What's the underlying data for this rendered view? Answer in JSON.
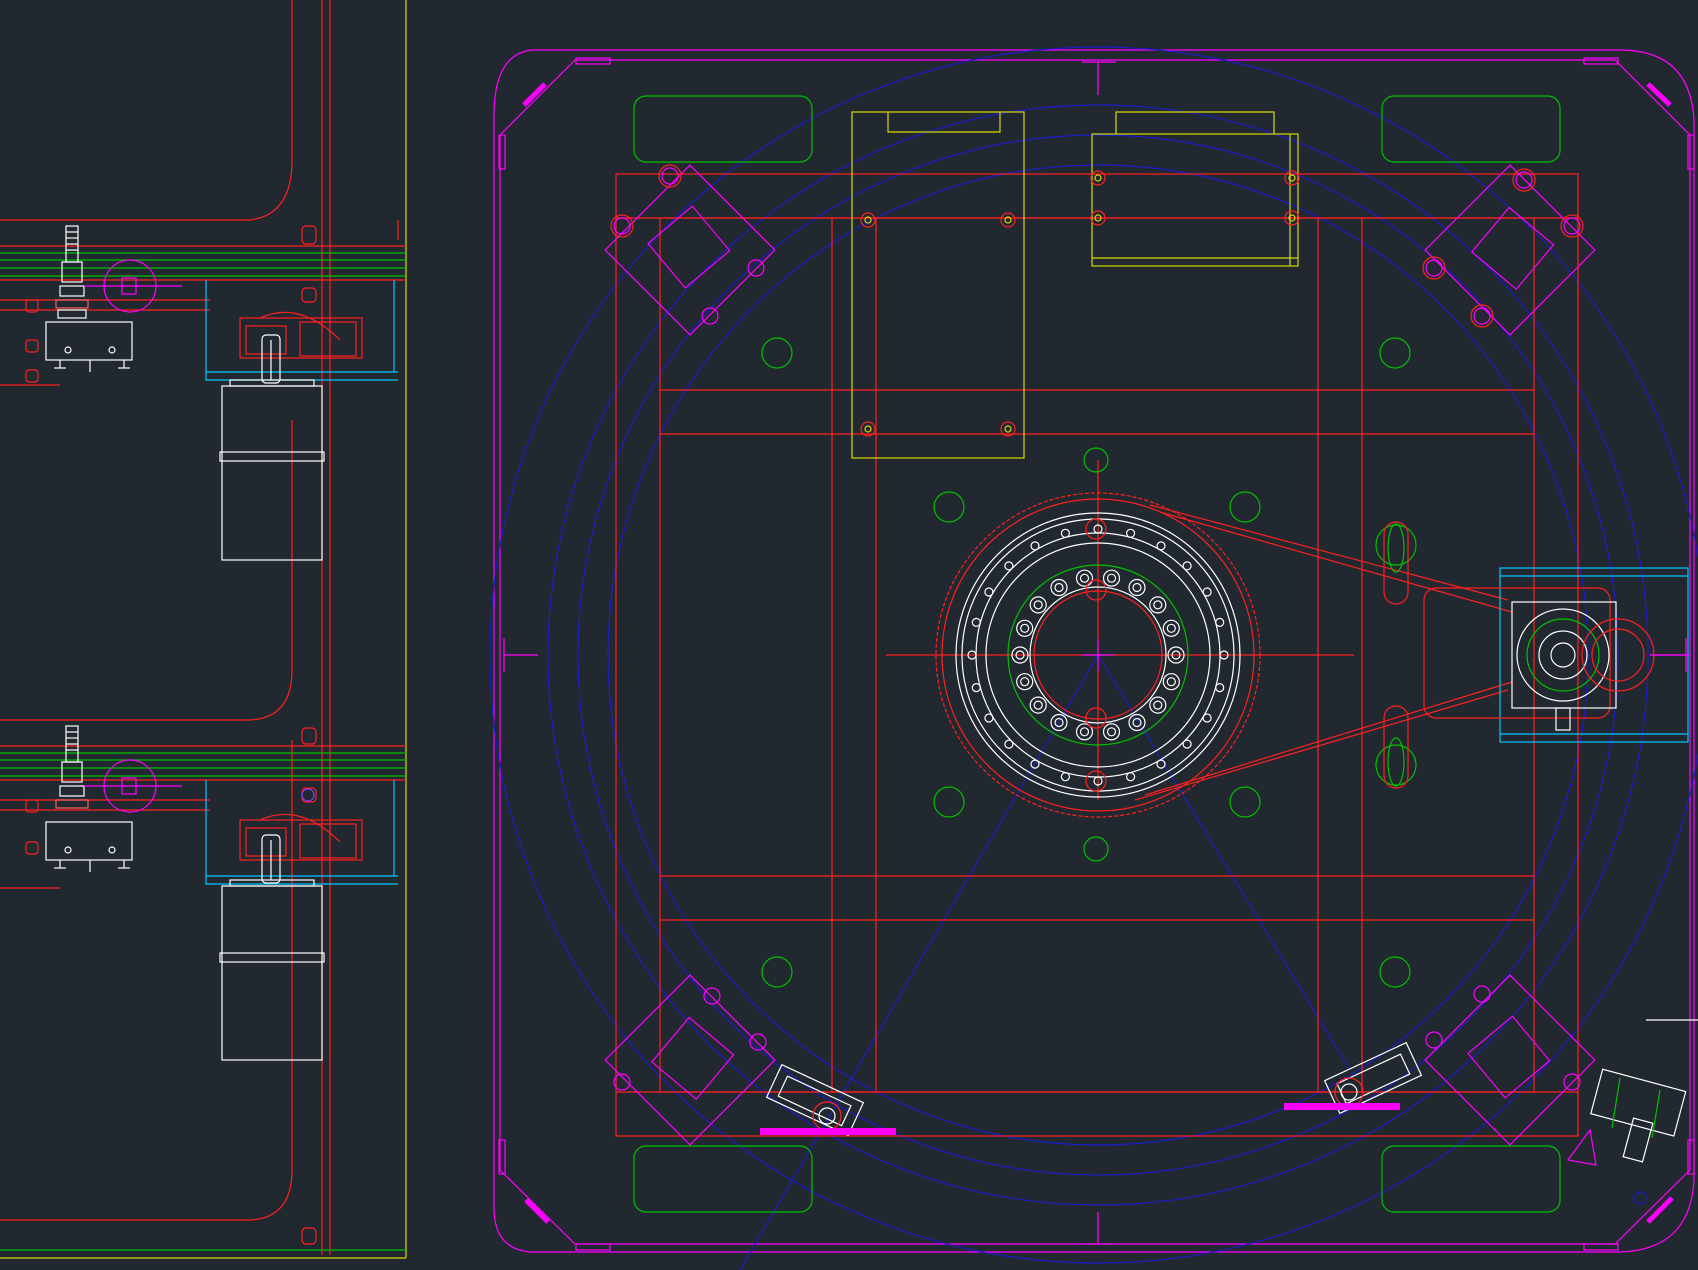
{
  "app": {
    "name": ""
  },
  "viewport": {
    "background_color": "#212830",
    "layer_colors": {
      "frame": "#ff0000",
      "outline": "#ff00ff",
      "pads": "#00c000",
      "guides": "#0000c0",
      "parts": "#ffffff",
      "plates": "#d8d800",
      "housing": "#00c8ff",
      "accent": "#ff00ff"
    }
  },
  "drawing": {
    "left_panel": {
      "units": [
        "limit-switch-assembly-top",
        "limit-switch-assembly-bottom"
      ]
    },
    "main_plan": {
      "components": [
        "outer-plate-outline",
        "main-frame",
        "slew-ring-gear",
        "drive-motor-assembly",
        "corner-mount-brackets",
        "rubber-pads",
        "mounting-plates",
        "guide-circles",
        "belt-drive",
        "sensor-tabs"
      ]
    }
  }
}
